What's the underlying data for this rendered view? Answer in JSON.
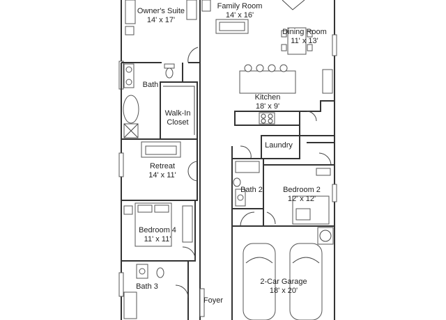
{
  "rooms": {
    "owners_suite": {
      "name": "Owner's Suite",
      "dims": "14' x 17'"
    },
    "family_room": {
      "name": "Family Room",
      "dims": "14' x 16'"
    },
    "dining_room": {
      "name": "Dining Room",
      "dims": "11' x 13'"
    },
    "bath_owner": {
      "name": "Bath"
    },
    "kitchen": {
      "name": "Kitchen",
      "dims": "18' x 9'"
    },
    "walk_in_closet": {
      "name": "Walk-In Closet",
      "line1": "Walk-In",
      "line2": "Closet"
    },
    "laundry": {
      "name": "Laundry"
    },
    "retreat": {
      "name": "Retreat",
      "dims": "14' x 11'"
    },
    "bath2": {
      "name": "Bath 2"
    },
    "bedroom2": {
      "name": "Bedroom 2",
      "dims": "12' x 12'"
    },
    "bedroom4": {
      "name": "Bedroom 4",
      "dims": "11' x 11'"
    },
    "garage": {
      "name": "2-Car Garage",
      "dims": "18' x 20'"
    },
    "bath3": {
      "name": "Bath 3"
    },
    "foyer": {
      "name": "Foyer"
    }
  }
}
